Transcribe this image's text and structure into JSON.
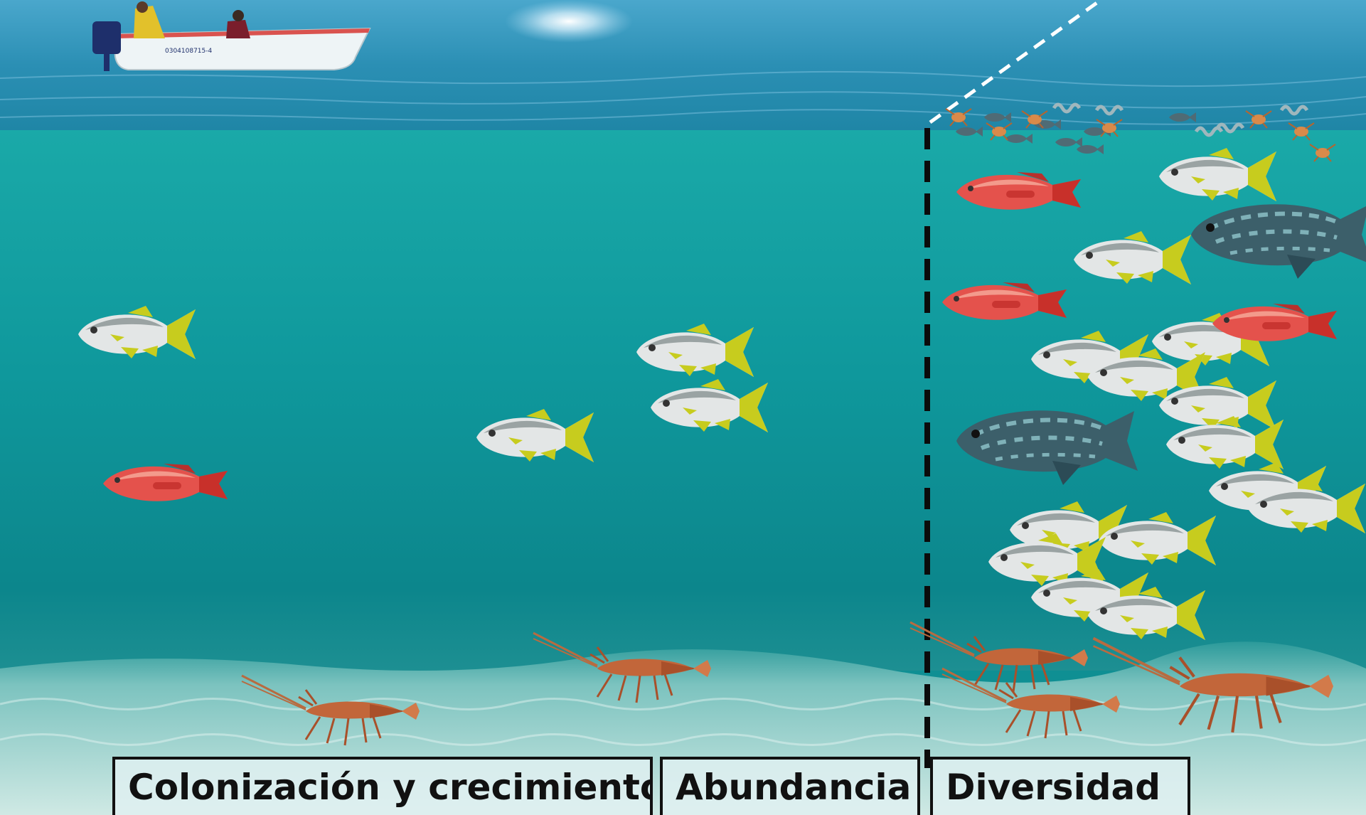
{
  "labels": {
    "colonization": "Colonización y crecimiento",
    "abundance": "Abundancia",
    "diversity": "Diversidad"
  },
  "boat": {
    "registration": "0304108715-4"
  },
  "colors": {
    "sky_sea": "#2f8fb6",
    "water": "#0f9aa0",
    "deep_water": "#0b7e86",
    "sand": "#b8dcd8",
    "snapper_yellow": "#c7cc1e",
    "red_snapper": "#e4524c",
    "grouper": "#3c5f6a",
    "lobster": "#c2663a"
  }
}
